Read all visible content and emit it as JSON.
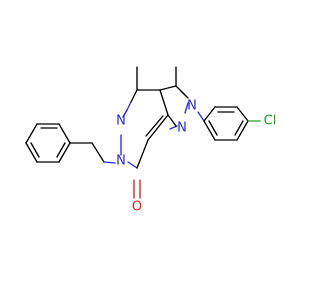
{
  "structure": {
    "atom_labels": {
      "n5": "N",
      "n6": "N",
      "n1": "N",
      "n2": "N",
      "o": "O",
      "cl": "Cl"
    },
    "colors": {
      "carbon_bond": "#000000",
      "nitrogen": "#2a2ae6",
      "oxygen": "#e02020",
      "chlorine": "#1fa01f",
      "background": "#ffffff"
    }
  }
}
